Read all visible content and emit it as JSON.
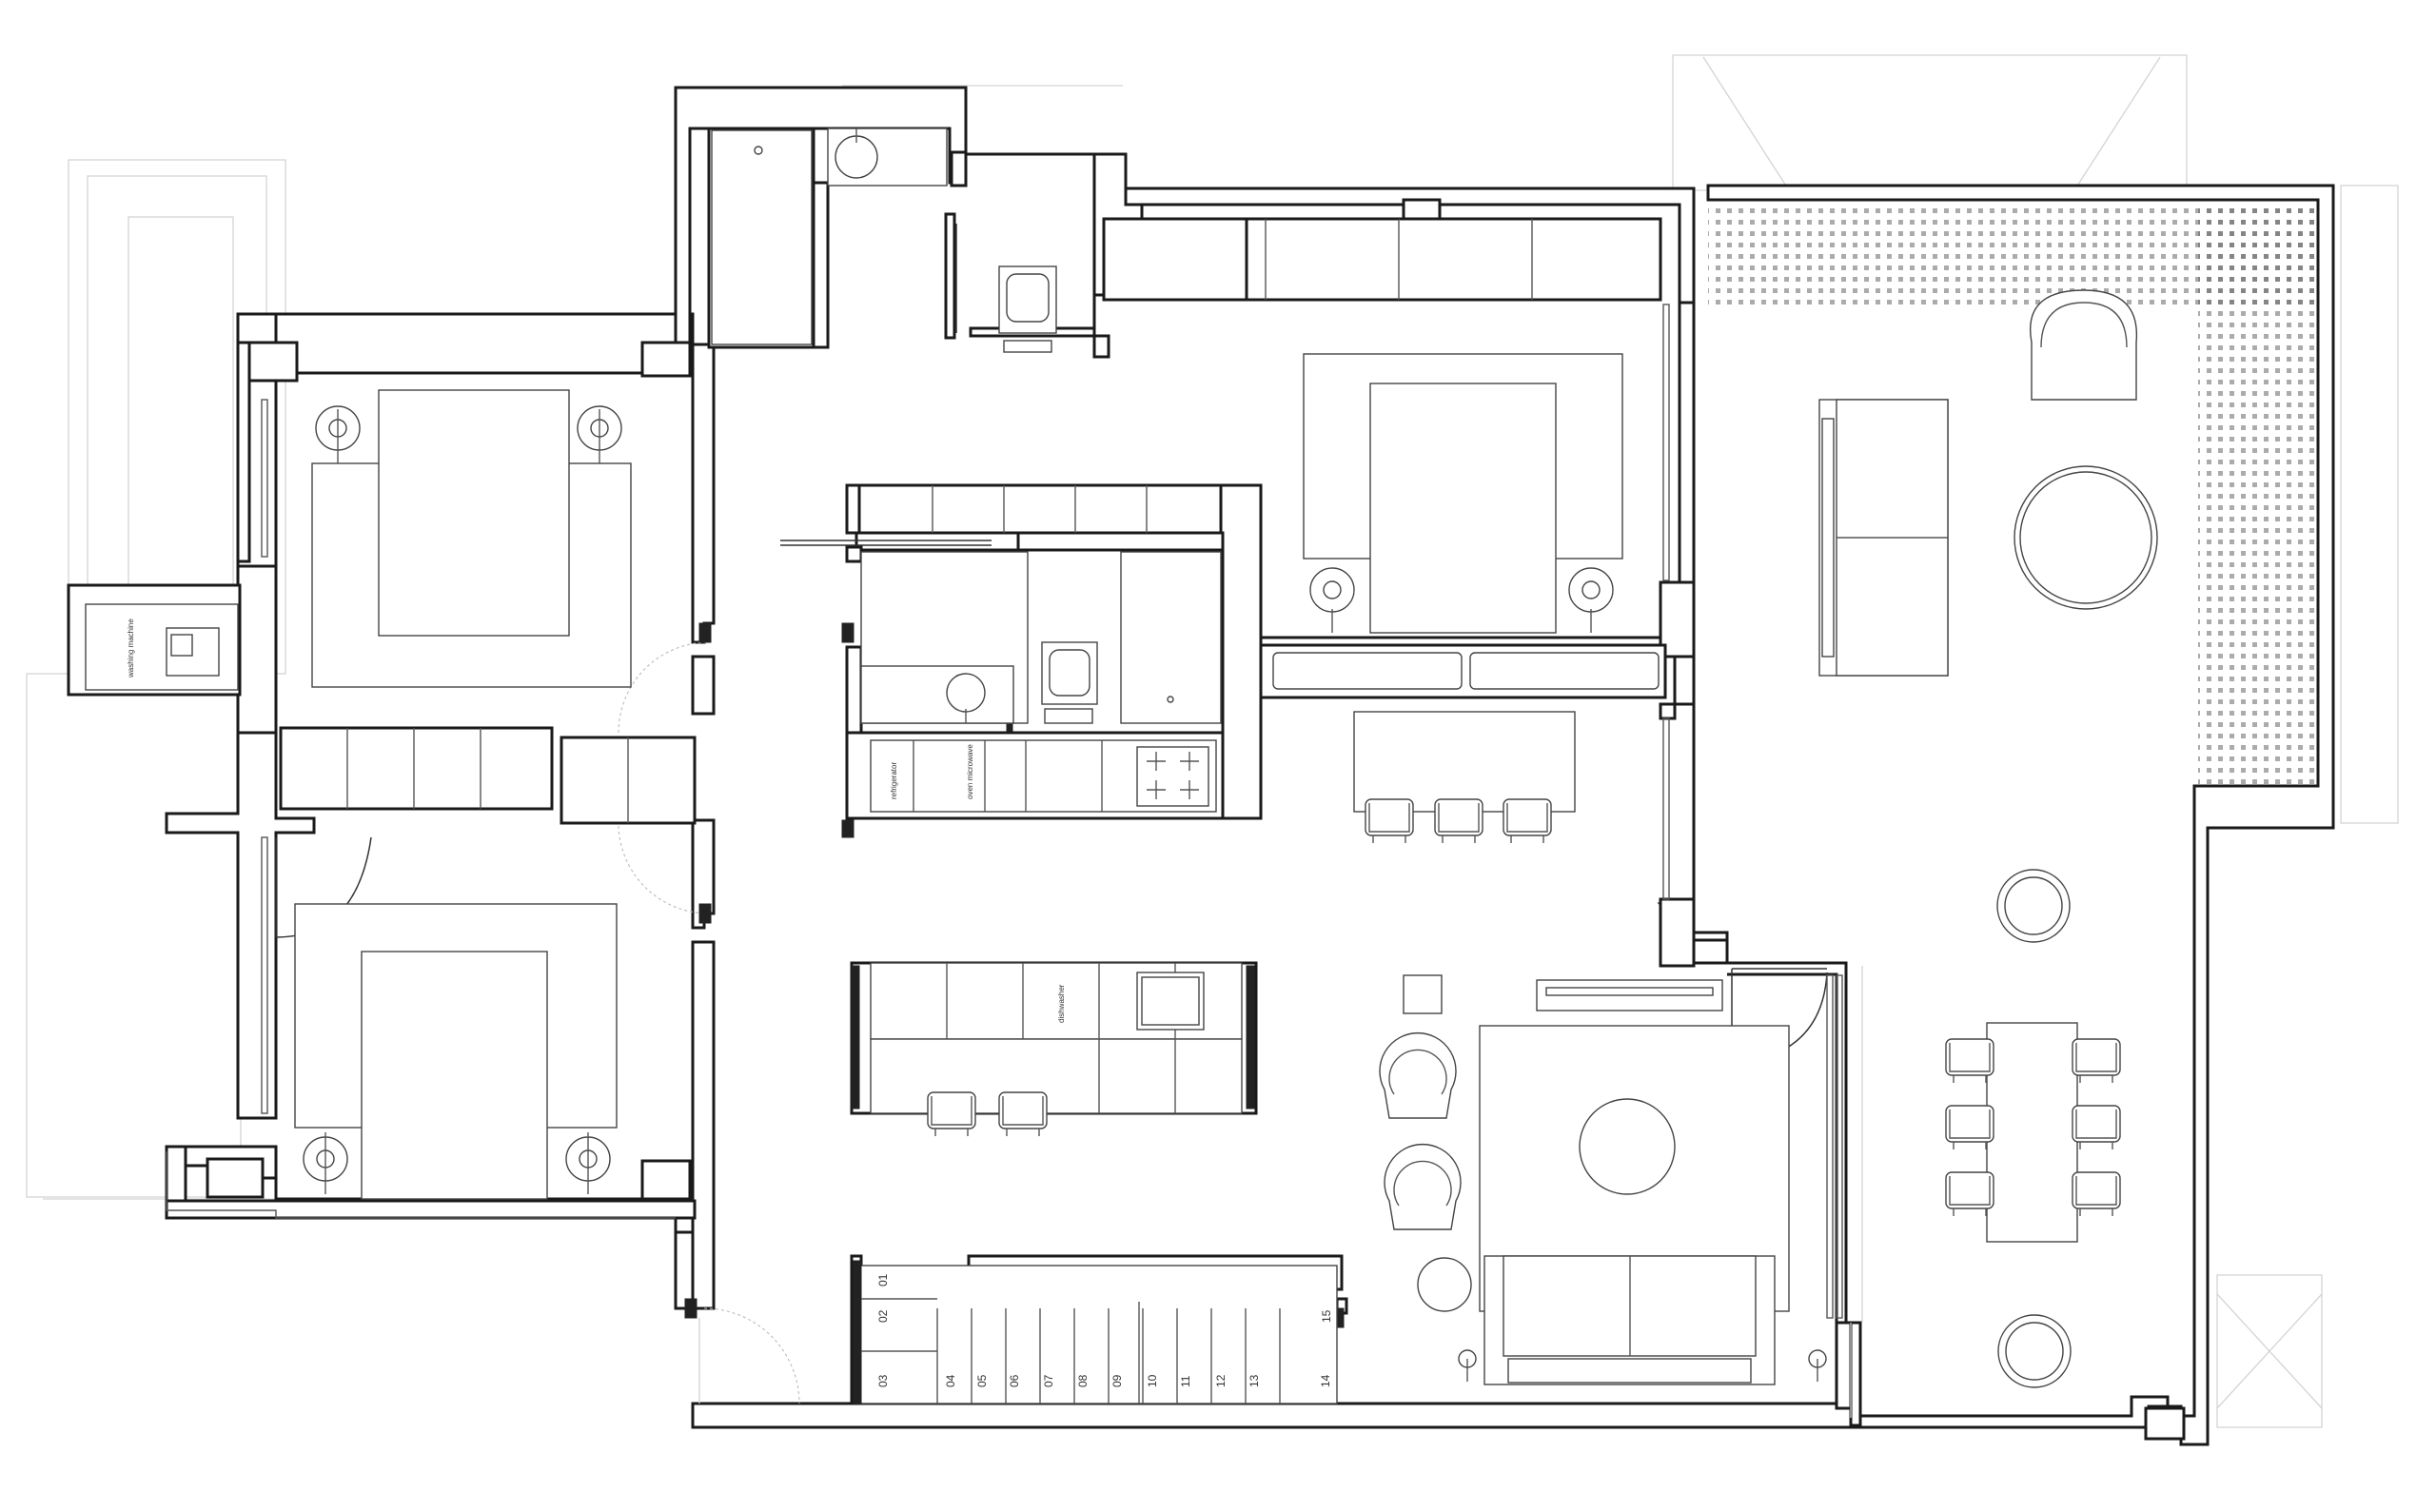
{
  "labels": {
    "washing_machine": "washing machine",
    "refrigerator": "refrigerator",
    "oven_microwave": "oven microwave",
    "dishwasher": "dishwasher"
  },
  "stairs": {
    "steps": [
      "01",
      "02",
      "03",
      "04",
      "05",
      "06",
      "07",
      "08",
      "09",
      "10",
      "11",
      "12",
      "13",
      "14",
      "15"
    ]
  },
  "colors": {
    "wall_stroke": "#1a1a1a",
    "fixture_stroke": "#444444",
    "faint_outline": "#d4d4d4",
    "background": "#ffffff"
  }
}
